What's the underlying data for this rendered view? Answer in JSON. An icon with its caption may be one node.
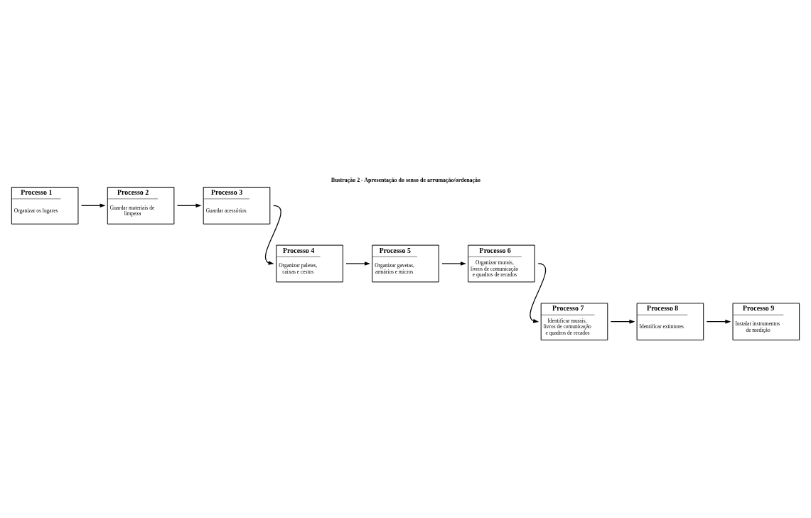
{
  "diagram": {
    "title": "Ilustração 2 - Apresentação do senso de arrumação/ordenação",
    "nodes": [
      {
        "text": [
          "Processo 1",
          "Organizar os lugares"
        ]
      },
      {
        "text": [
          "Processo 2",
          "Guardar materiais de limpeza"
        ]
      },
      {
        "text": [
          "Processo 3",
          "Guardar acessórios"
        ]
      },
      {
        "text": [
          "Processo 4",
          "Organizar paletes, caixas e cestos"
        ]
      },
      {
        "text": [
          "Processo 5",
          "Organizar gavetas, armários e micros"
        ]
      },
      {
        "text": [
          "Processo 6",
          "Organizar murais, livros de comunicação e quadros de recados"
        ]
      },
      {
        "text": [
          "Processo 7",
          "Identificar murais, livros de comunicação e quadros de recados"
        ]
      },
      {
        "text": [
          "Processo 8",
          "Identificar extintores"
        ]
      },
      {
        "text": [
          "Processo 9",
          "Instalar instrumentos de medição"
        ]
      }
    ],
    "edges": [
      {
        "from": 0,
        "to": 1,
        "arrow": "to"
      },
      {
        "from": 1,
        "to": 2,
        "arrow": "to"
      },
      {
        "from": 2,
        "to": 3,
        "arrow": "to"
      },
      {
        "from": 3,
        "to": 4,
        "arrow": "to"
      },
      {
        "from": 4,
        "to": 5,
        "arrow": "to"
      },
      {
        "from": 5,
        "to": 6,
        "arrow": "to"
      },
      {
        "from": 6,
        "to": 7,
        "arrow": "to"
      },
      {
        "from": 7,
        "to": 8,
        "arrow": "to"
      }
    ]
  }
}
